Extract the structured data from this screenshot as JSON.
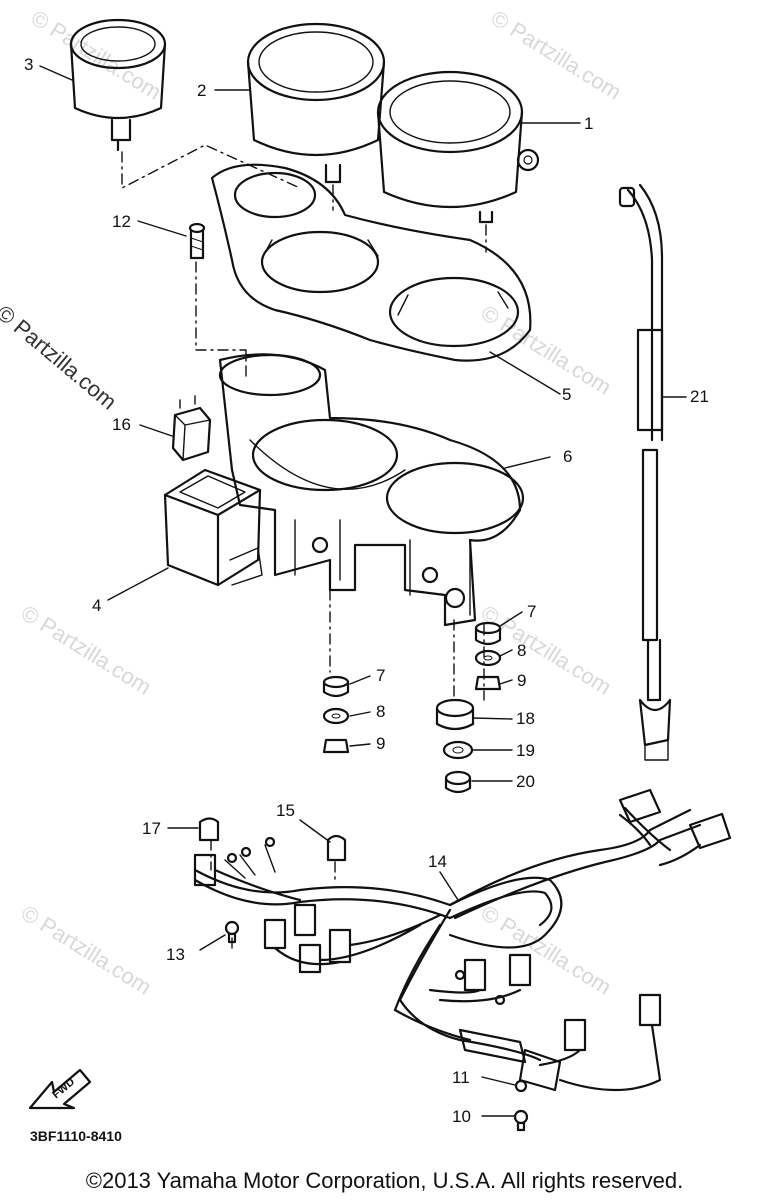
{
  "watermark": "© Partzilla.com",
  "diagram_code": "3BF1110-8410",
  "fwd_label": "FWD",
  "copyright": "©2013 Yamaha Motor Corporation, U.S.A. All rights reserved.",
  "callouts": {
    "p1": "1",
    "p2": "2",
    "p3": "3",
    "p4": "4",
    "p5": "5",
    "p6": "6",
    "p7a": "7",
    "p7b": "7",
    "p8a": "8",
    "p8b": "8",
    "p9a": "9",
    "p9b": "9",
    "p10": "10",
    "p11": "11",
    "p12": "12",
    "p13": "13",
    "p14": "14",
    "p15": "15",
    "p16": "16",
    "p17": "17",
    "p18": "18",
    "p19": "19",
    "p20": "20",
    "p21": "21"
  }
}
